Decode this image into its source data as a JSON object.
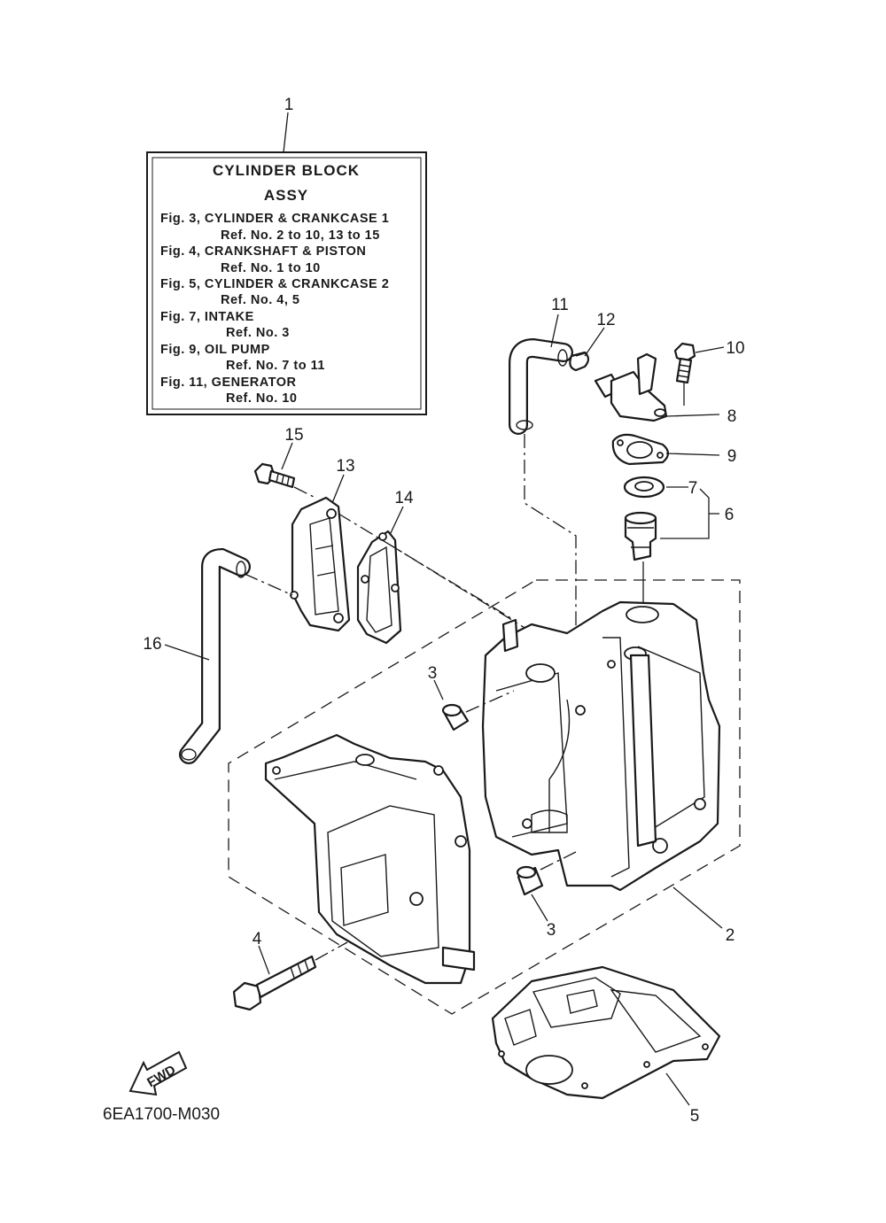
{
  "info_box": {
    "title": "CYLINDER BLOCK",
    "subtitle": "ASSY",
    "lines": [
      "Fig. 3, CYLINDER & CRANKCASE 1",
      "Ref. No. 2 to 10, 13 to 15",
      "Fig. 4, CRANKSHAFT & PISTON",
      "Ref. No. 1 to 10",
      "Fig. 5, CYLINDER & CRANKCASE 2",
      "Ref. No. 4, 5",
      "Fig. 7, INTAKE",
      "Ref. No. 3",
      "Fig. 9, OIL PUMP",
      "Ref. No. 7 to 11",
      "Fig. 11, GENERATOR",
      "Ref. No. 10"
    ]
  },
  "callouts": {
    "c1": "1",
    "c2": "2",
    "c3a": "3",
    "c3b": "3",
    "c4": "4",
    "c5": "5",
    "c6": "6",
    "c7": "7",
    "c8": "8",
    "c9": "9",
    "c10": "10",
    "c11": "11",
    "c12": "12",
    "c13": "13",
    "c14": "14",
    "c15": "15",
    "c16": "16"
  },
  "direction_label": "FWD",
  "diagram_code": "6EA1700-M030"
}
